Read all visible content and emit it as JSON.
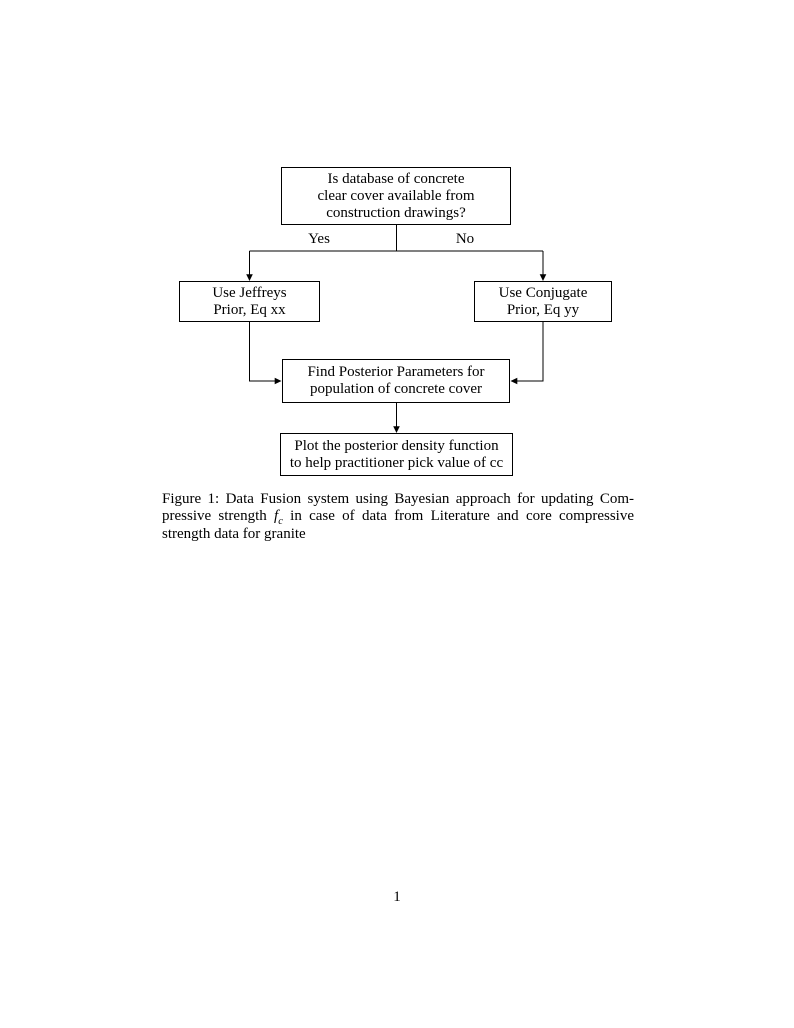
{
  "page": {
    "background": "#ffffff",
    "text_color": "#000000",
    "page_number": "1"
  },
  "flowchart": {
    "nodes": {
      "decision": {
        "lines": [
          "Is database of concrete",
          "clear cover available from",
          "construction drawings?"
        ]
      },
      "jeffreys": {
        "lines": [
          "Use Jeffreys",
          "Prior, Eq xx"
        ]
      },
      "conjugate": {
        "lines": [
          "Use Conjugate",
          "Prior, Eq yy"
        ]
      },
      "posterior": {
        "lines": [
          "Find Posterior Parameters for",
          "population of concrete cover"
        ]
      },
      "plot": {
        "lines": [
          "Plot the posterior density function",
          "to help practitioner pick value of cc"
        ]
      }
    },
    "edge_labels": {
      "yes": "Yes",
      "no": "No"
    }
  },
  "caption": {
    "line1": "Figure 1: Data Fusion system using Bayesian approach for updating Com-",
    "line2_before_math": "pressive strength",
    "math_symbol": "f",
    "math_subscript": "c",
    "line2_after_math": "in case of data from Literature and core compressive",
    "line3": "strength data for granite"
  }
}
